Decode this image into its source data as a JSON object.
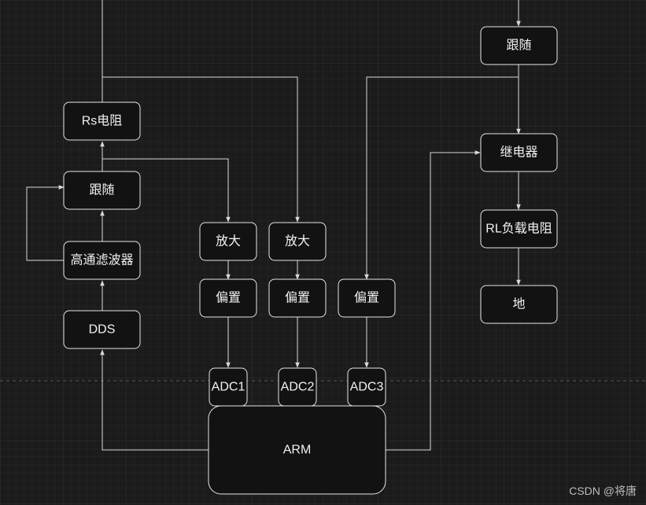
{
  "nodes": {
    "follower_top": "跟随",
    "relay": "继电器",
    "rl_load": "RL负载电阻",
    "ground": "地",
    "rs_resistor": "Rs电阻",
    "follower_left": "跟随",
    "highpass_filter": "高通滤波器",
    "dds": "DDS",
    "amp_1": "放大",
    "amp_2": "放大",
    "bias_1": "偏置",
    "bias_2": "偏置",
    "bias_3": "偏置",
    "adc1": "ADC1",
    "adc2": "ADC2",
    "adc3": "ADC3",
    "arm": "ARM"
  },
  "watermark": "CSDN @将唐"
}
